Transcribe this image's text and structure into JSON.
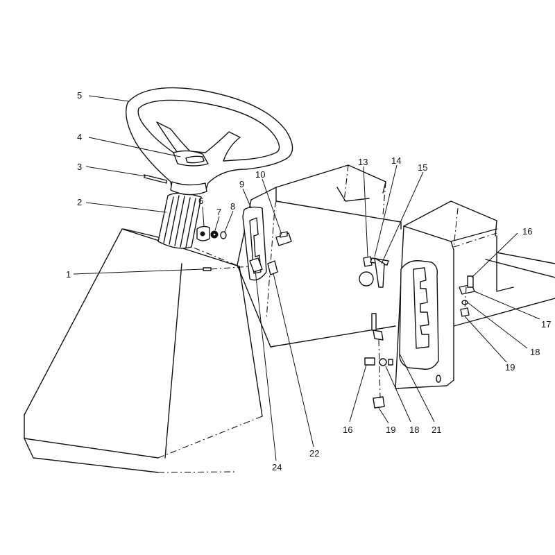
{
  "diagram": {
    "callouts": [
      {
        "id": "1",
        "label": "1"
      },
      {
        "id": "2",
        "label": "2"
      },
      {
        "id": "3",
        "label": "3"
      },
      {
        "id": "4",
        "label": "4"
      },
      {
        "id": "5",
        "label": "5"
      },
      {
        "id": "6",
        "label": "6"
      },
      {
        "id": "7",
        "label": "7"
      },
      {
        "id": "8",
        "label": "8"
      },
      {
        "id": "9",
        "label": "9"
      },
      {
        "id": "10",
        "label": "10"
      },
      {
        "id": "13",
        "label": "13"
      },
      {
        "id": "14",
        "label": "14"
      },
      {
        "id": "15",
        "label": "15"
      },
      {
        "id": "16a",
        "label": "16"
      },
      {
        "id": "17",
        "label": "17"
      },
      {
        "id": "18a",
        "label": "18"
      },
      {
        "id": "19a",
        "label": "19"
      },
      {
        "id": "16b",
        "label": "16"
      },
      {
        "id": "19b",
        "label": "19"
      },
      {
        "id": "18b",
        "label": "18"
      },
      {
        "id": "21",
        "label": "21"
      },
      {
        "id": "22",
        "label": "22"
      },
      {
        "id": "24",
        "label": "24"
      }
    ]
  }
}
